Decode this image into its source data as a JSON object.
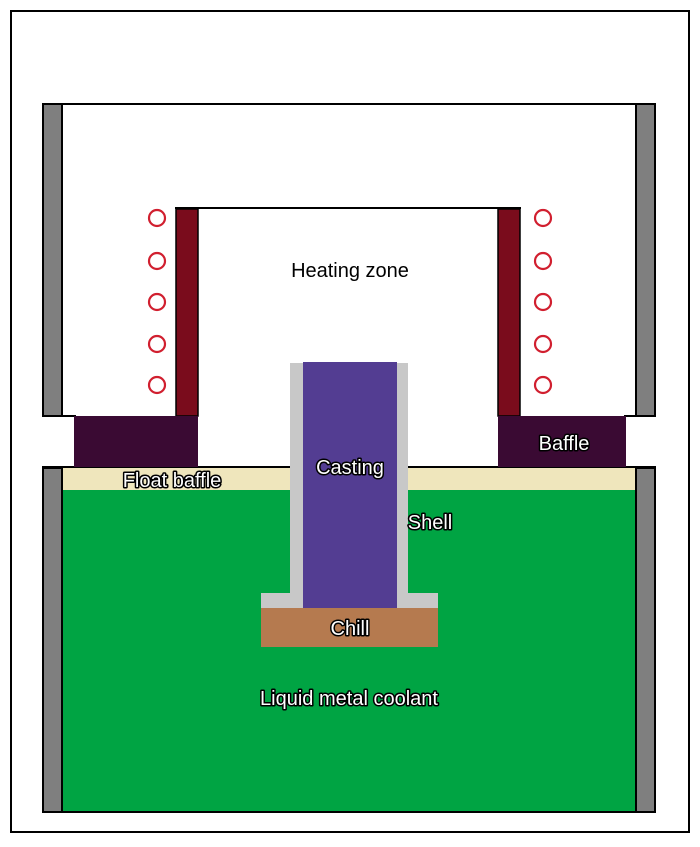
{
  "diagram": {
    "labels": {
      "heating_zone": "Heating zone",
      "float_baffle": "Float baffle",
      "casting": "Casting",
      "shell": "Shell",
      "baffle": "Baffle",
      "chill": "Chill",
      "coolant": "Liquid metal coolant"
    },
    "colors": {
      "wall": "#7f7f7f",
      "heater": "#7a0c1c",
      "baffle": "#3a0a33",
      "float_baffle": "#efe6bc",
      "coolant": "#00a443",
      "casting": "#533d92",
      "shell": "#c8c8c8",
      "chill": "#b57a4f",
      "coil": "#d11f2f"
    },
    "coil_count_per_side": 5
  }
}
